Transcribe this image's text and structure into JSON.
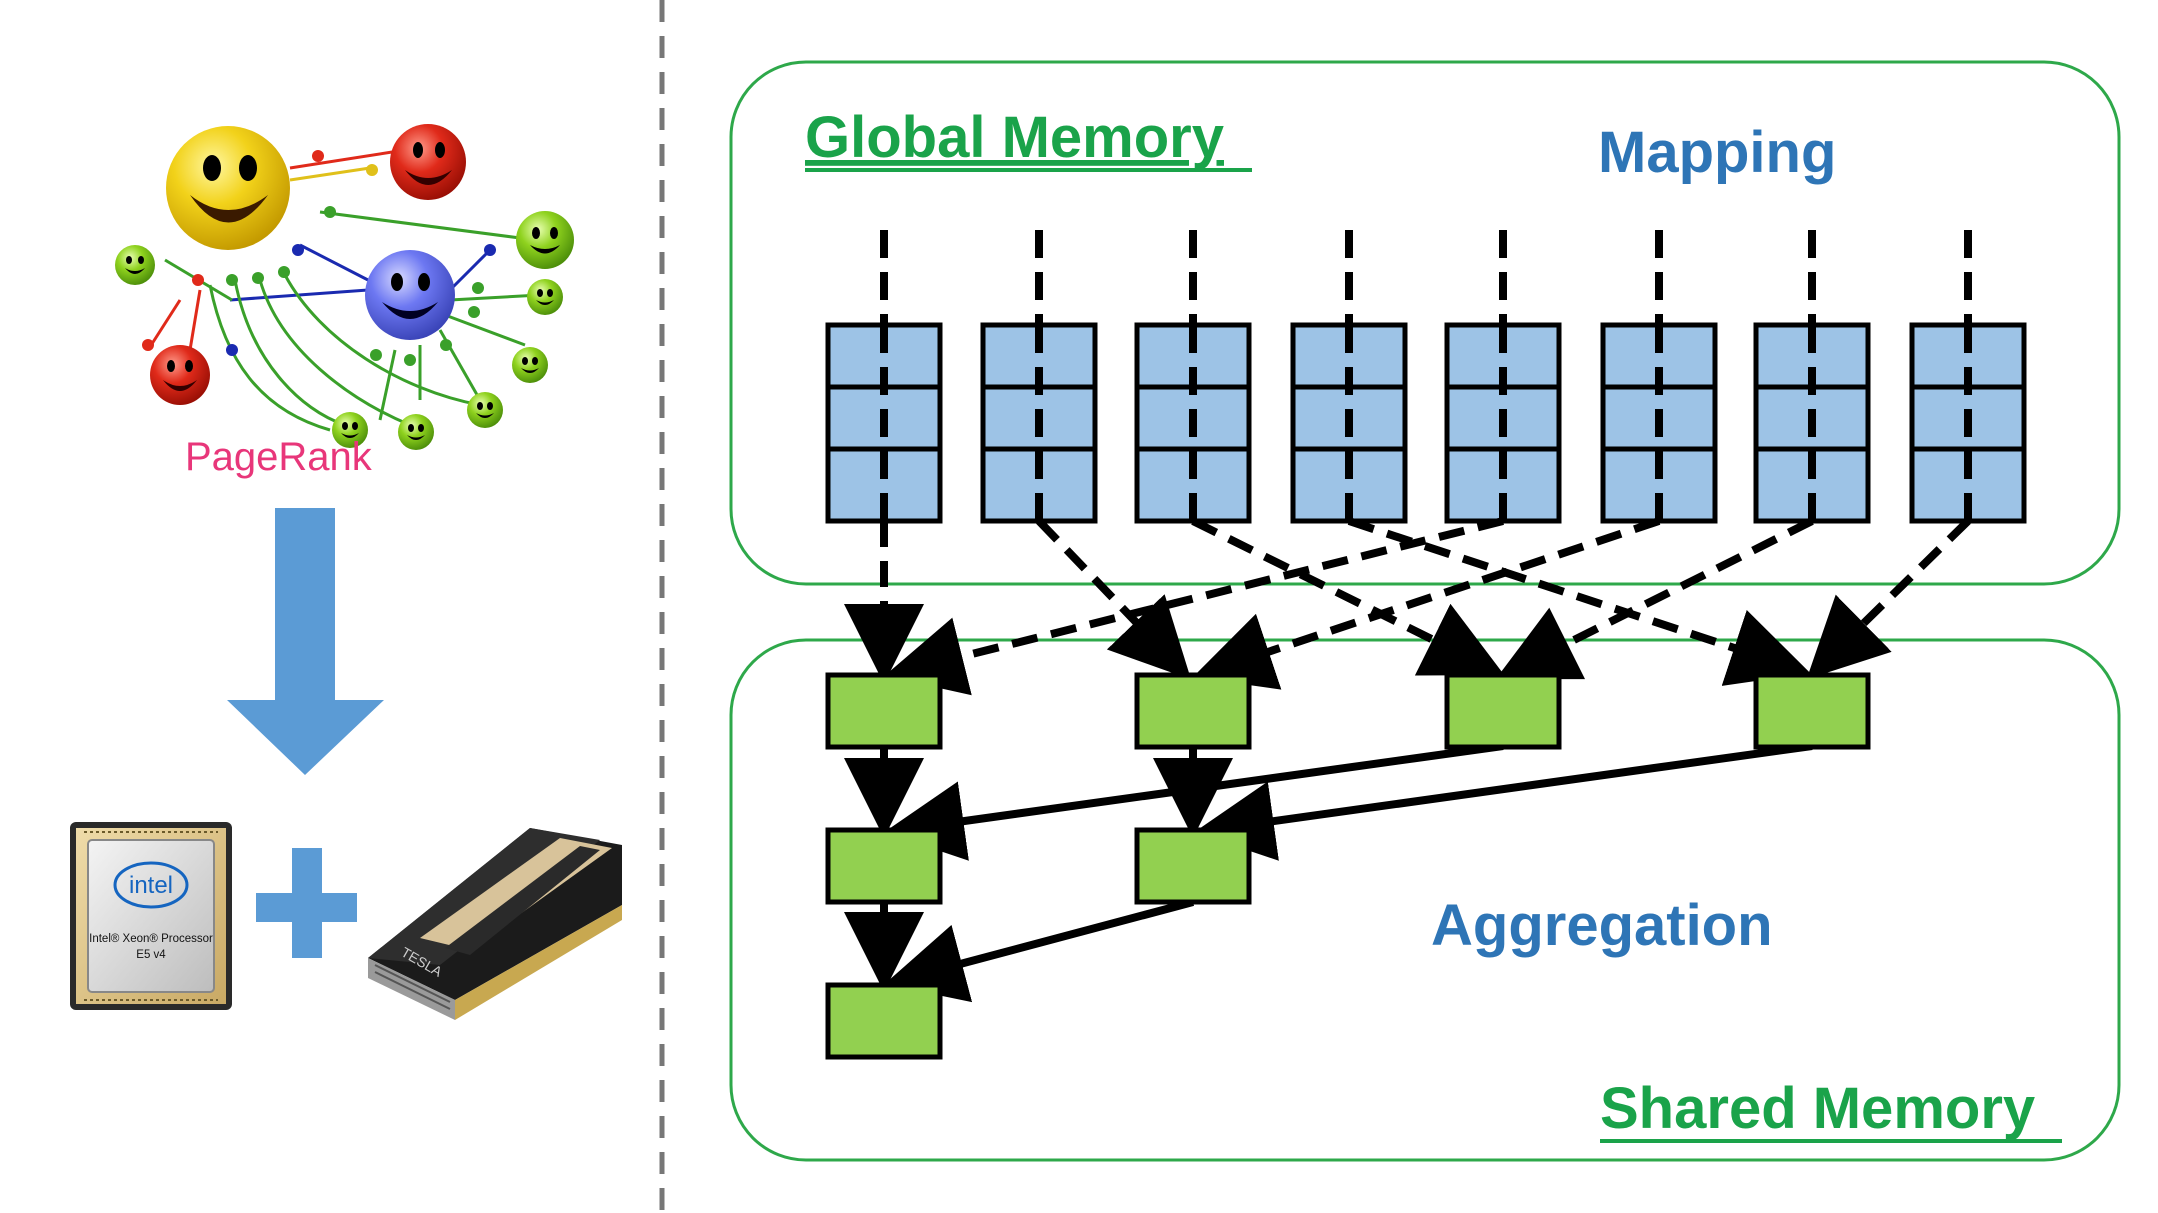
{
  "labels": {
    "global_memory": "Global Memory",
    "mapping": "Mapping",
    "aggregation": "Aggregation",
    "shared_memory": "Shared Memory",
    "pagerank": "PageRank"
  },
  "cpu": {
    "brand": "intel",
    "line1": "Intel® Xeon® Processor",
    "line2": "E5 v4"
  },
  "gpu": {
    "brand": "TESLA"
  },
  "colors": {
    "green_text": "#1aa34a",
    "blue_text": "#2e75b6",
    "box_green": "#92d050",
    "box_blue": "#9dc3e6",
    "arrow_blue": "#5b9bd5",
    "pagerank_pink": "#e8367a",
    "region_border": "#2ea84a",
    "divider": "#777777"
  }
}
